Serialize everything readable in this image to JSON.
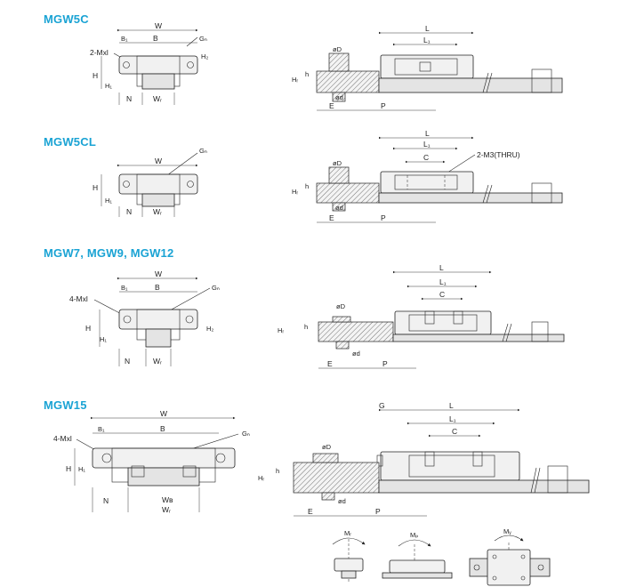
{
  "sections": [
    {
      "title": "MGW5C"
    },
    {
      "title": "MGW5CL"
    },
    {
      "title": "MGW7, MGW9, MGW12"
    },
    {
      "title": "MGW15"
    }
  ],
  "labels": {
    "W": "W",
    "B": "B",
    "B1": "B₁",
    "Gn": "Gₙ",
    "mxl2": "2-Mxl",
    "mxl4": "4-Mxl",
    "H": "H",
    "H1": "H₁",
    "H2": "H₂",
    "N": "N",
    "WR": "Wᵣ",
    "WB": "Wʙ",
    "L": "L",
    "L1": "L₁",
    "C": "C",
    "D": "øD",
    "h": "h",
    "HR": "Hᵣ",
    "d": "ød",
    "E": "E",
    "P": "P",
    "G": "G",
    "m3thru": "2-M3(THRU)",
    "Mr": "Mᵣ",
    "Mp": "Mₚ",
    "My": "Mᵧ"
  }
}
